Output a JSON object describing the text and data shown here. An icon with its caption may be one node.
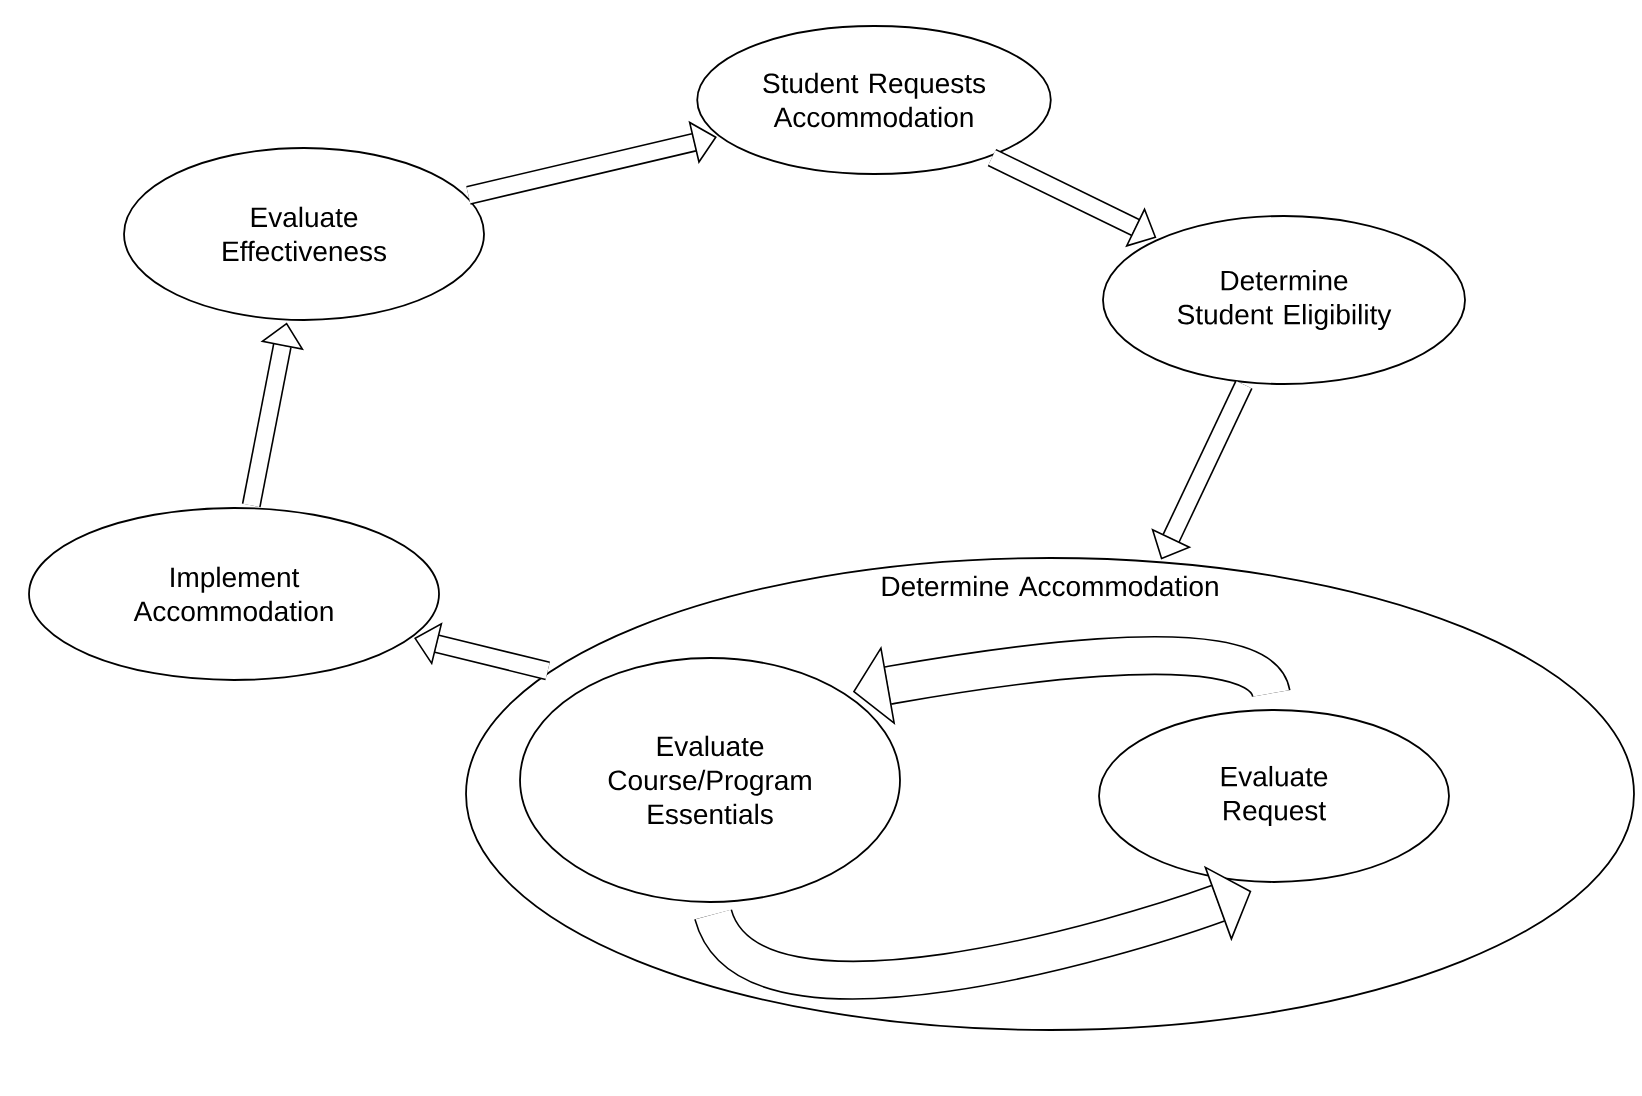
{
  "diagram": {
    "nodes": [
      {
        "text": [
          "Student Requests Accommodation"
        ]
      },
      {
        "text": [
          "Determine Student Eligibility"
        ]
      },
      {
        "text": [
          "Determine Accommodation"
        ]
      },
      {
        "text": [
          "Evaluate Course/Program Essentials"
        ],
        "in": 2
      },
      {
        "text": [
          "Evaluate Request"
        ],
        "in": 2
      },
      {
        "text": [
          "Implement Accommodation"
        ]
      },
      {
        "text": [
          "Evaluate Effectiveness"
        ]
      }
    ],
    "edges": [
      {
        "from": 6,
        "to": 0,
        "arrow": "to"
      },
      {
        "from": 0,
        "to": 1,
        "arrow": "to"
      },
      {
        "from": 1,
        "to": 2,
        "arrow": "to"
      },
      {
        "from": 4,
        "to": 3,
        "arrow": "to",
        "style": "thick"
      },
      {
        "from": 3,
        "to": 4,
        "arrow": "to",
        "style": "thick"
      },
      {
        "from": 2,
        "to": 5,
        "arrow": "to"
      },
      {
        "from": 5,
        "to": 6,
        "arrow": "to"
      }
    ]
  }
}
